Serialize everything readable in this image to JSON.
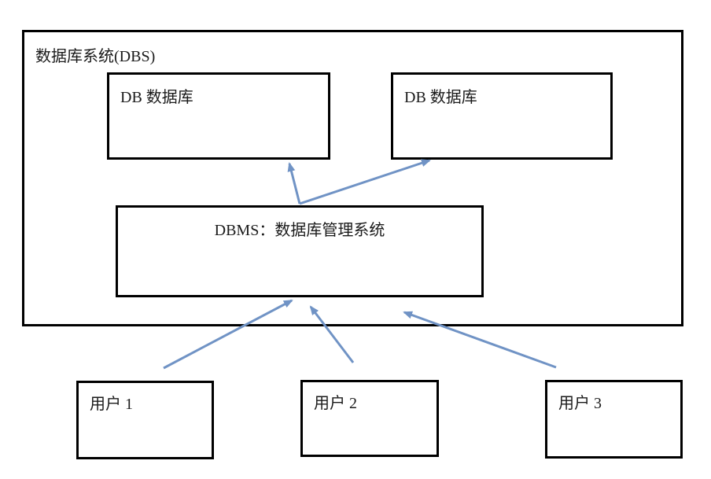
{
  "diagram": {
    "outer": {
      "id": "dbs",
      "label": "数据库系统(DBS)"
    },
    "nodes": [
      {
        "id": "db1",
        "label": "DB  数据库"
      },
      {
        "id": "db2",
        "label": "DB  数据库"
      },
      {
        "id": "dbms",
        "label": "DBMS：数据库管理系统"
      },
      {
        "id": "user1",
        "label": "用户 1"
      },
      {
        "id": "user2",
        "label": "用户 2"
      },
      {
        "id": "user3",
        "label": "用户 3"
      }
    ],
    "edges": [
      {
        "from": "dbms",
        "to": "db1"
      },
      {
        "from": "dbms",
        "to": "db2"
      },
      {
        "from": "user1",
        "to": "dbms"
      },
      {
        "from": "user2",
        "to": "dbms"
      },
      {
        "from": "user3",
        "to": "dbms"
      }
    ],
    "colors": {
      "arrow": "#7093c5",
      "border": "#000000",
      "background": "#ffffff"
    }
  }
}
